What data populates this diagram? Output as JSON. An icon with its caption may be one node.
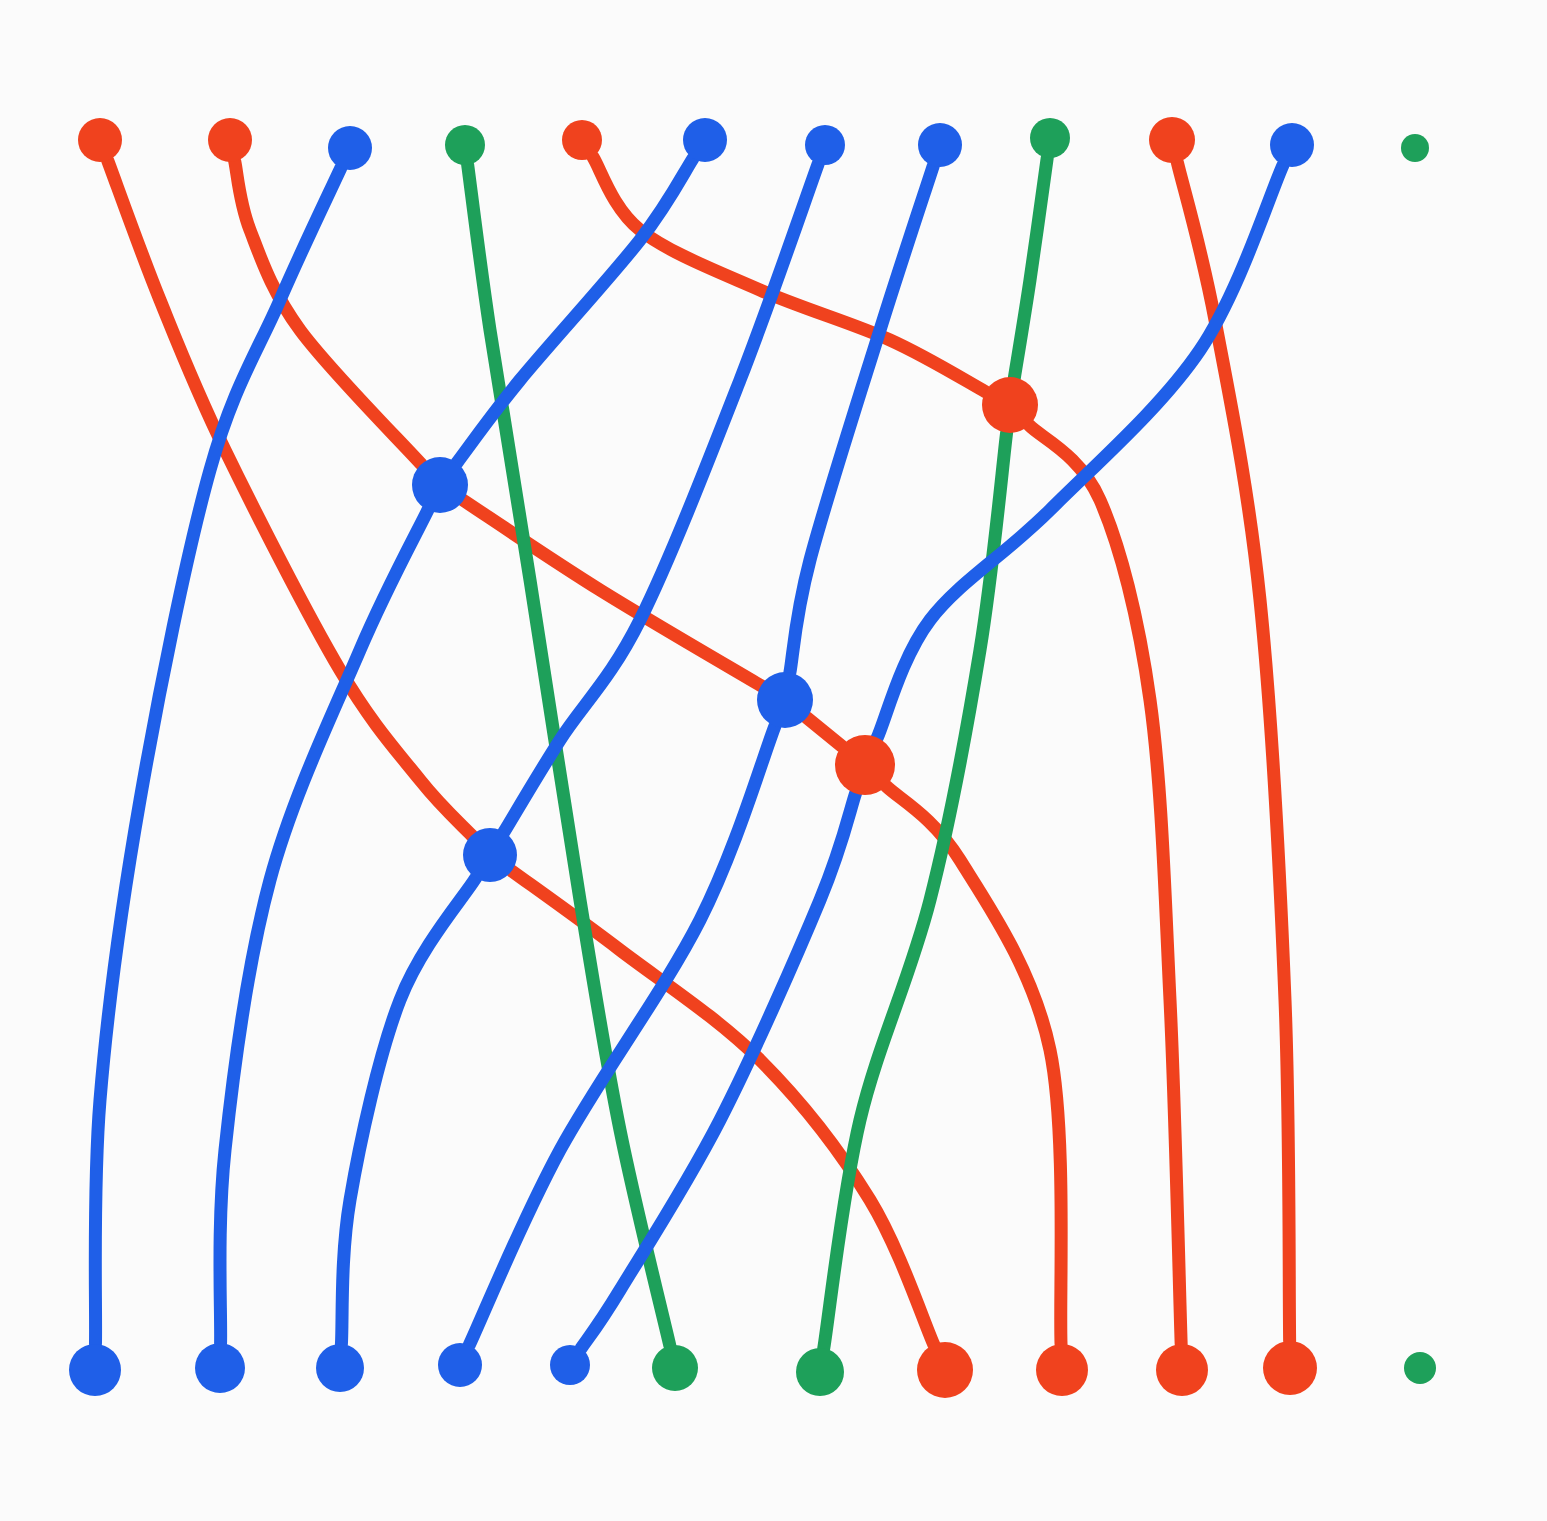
{
  "diagram": {
    "nodes": [
      {
        "text": [],
        "shape": "circle"
      },
      {
        "text": [],
        "shape": "circle"
      },
      {
        "text": [],
        "shape": "circle"
      },
      {
        "text": [],
        "shape": "circle"
      },
      {
        "text": [],
        "shape": "circle"
      },
      {
        "text": [],
        "shape": "circle"
      },
      {
        "text": [],
        "shape": "circle"
      },
      {
        "text": [],
        "shape": "circle"
      },
      {
        "text": [],
        "shape": "circle"
      },
      {
        "text": [],
        "shape": "circle"
      },
      {
        "text": [],
        "shape": "circle"
      },
      {
        "text": [],
        "shape": "circle"
      },
      {
        "text": [],
        "shape": "circle"
      },
      {
        "text": [],
        "shape": "circle"
      },
      {
        "text": [],
        "shape": "circle"
      },
      {
        "text": [],
        "shape": "circle"
      },
      {
        "text": [],
        "shape": "circle"
      },
      {
        "text": [],
        "shape": "circle"
      },
      {
        "text": [],
        "shape": "circle"
      },
      {
        "text": [],
        "shape": "circle"
      },
      {
        "text": [],
        "shape": "circle"
      },
      {
        "text": [],
        "shape": "circle"
      },
      {
        "text": [],
        "shape": "circle"
      },
      {
        "text": [],
        "shape": "circle"
      },
      {
        "text": [],
        "shape": "circle"
      },
      {
        "text": [],
        "shape": "circle"
      },
      {
        "text": [],
        "shape": "circle"
      },
      {
        "text": [],
        "shape": "circle"
      },
      {
        "text": [],
        "shape": "circle"
      }
    ],
    "edges": [
      {
        "from": 0,
        "to": 16,
        "arrow": "none",
        "color": "#f0421e"
      },
      {
        "from": 16,
        "to": 24,
        "arrow": "none",
        "color": "#f0421e"
      },
      {
        "from": 1,
        "to": 13,
        "arrow": "none",
        "color": "#f0421e"
      },
      {
        "from": 13,
        "to": 14,
        "arrow": "none",
        "color": "#f0421e"
      },
      {
        "from": 14,
        "to": 15,
        "arrow": "none",
        "color": "#f0421e"
      },
      {
        "from": 15,
        "to": 25,
        "arrow": "none",
        "color": "#f0421e"
      },
      {
        "from": 2,
        "to": 17,
        "arrow": "none",
        "color": "#1f5fe8"
      },
      {
        "from": 3,
        "to": 22,
        "arrow": "none",
        "color": "#1ea05a"
      },
      {
        "from": 4,
        "to": 12,
        "arrow": "none",
        "color": "#f0421e"
      },
      {
        "from": 12,
        "to": 26,
        "arrow": "none",
        "color": "#f0421e"
      },
      {
        "from": 5,
        "to": 13,
        "arrow": "none",
        "color": "#1f5fe8"
      },
      {
        "from": 13,
        "to": 18,
        "arrow": "none",
        "color": "#1f5fe8"
      },
      {
        "from": 6,
        "to": 16,
        "arrow": "none",
        "color": "#1f5fe8"
      },
      {
        "from": 16,
        "to": 19,
        "arrow": "none",
        "color": "#1f5fe8"
      },
      {
        "from": 7,
        "to": 14,
        "arrow": "none",
        "color": "#1f5fe8"
      },
      {
        "from": 14,
        "to": 20,
        "arrow": "none",
        "color": "#1f5fe8"
      },
      {
        "from": 8,
        "to": 12,
        "arrow": "none",
        "color": "#1ea05a"
      },
      {
        "from": 12,
        "to": 23,
        "arrow": "none",
        "color": "#1ea05a"
      },
      {
        "from": 9,
        "to": 27,
        "arrow": "none",
        "color": "#f0421e"
      },
      {
        "from": 10,
        "to": 15,
        "arrow": "none",
        "color": "#1f5fe8"
      },
      {
        "from": 15,
        "to": 21,
        "arrow": "none",
        "color": "#1f5fe8"
      }
    ]
  }
}
